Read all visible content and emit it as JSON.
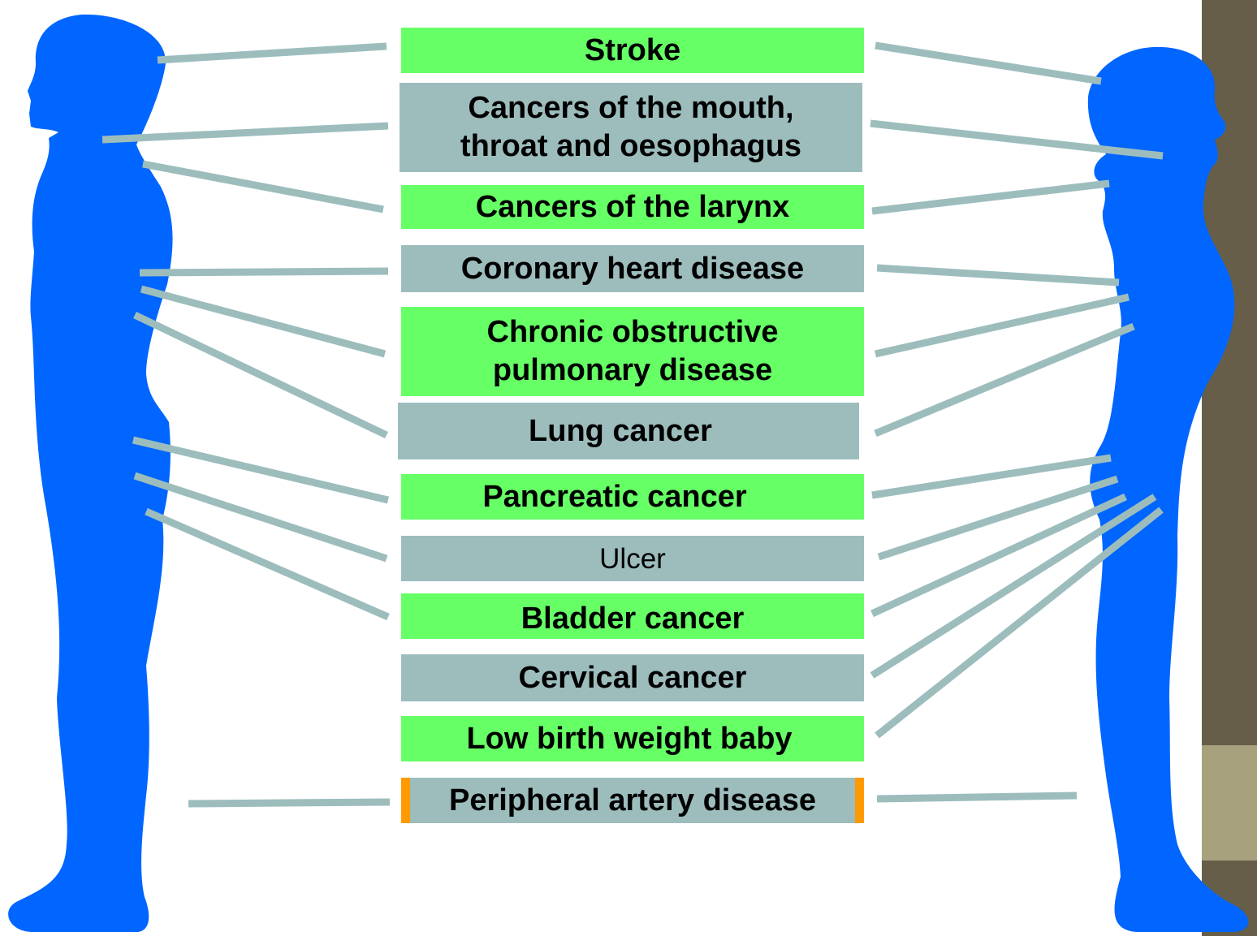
{
  "labels": [
    {
      "id": "stroke",
      "text": "Stroke",
      "color": "#66ff66"
    },
    {
      "id": "mouth",
      "text": "Cancers of the mouth, throat and oesophagus",
      "color": "#9dbdbd"
    },
    {
      "id": "larynx",
      "text": "Cancers of the larynx",
      "color": "#66ff66"
    },
    {
      "id": "coronary",
      "text": "Coronary heart disease",
      "color": "#9dbdbd"
    },
    {
      "id": "copd",
      "text": "Chronic obstructive pulmonary disease",
      "color": "#66ff66"
    },
    {
      "id": "lung",
      "text": "Lung cancer",
      "color": "#9dbdbd"
    },
    {
      "id": "pancreatic",
      "text": "Pancreatic cancer",
      "color": "#66ff66"
    },
    {
      "id": "ulcer",
      "text": "Ulcer",
      "color": "#9dbdbd"
    },
    {
      "id": "bladder",
      "text": "Bladder cancer",
      "color": "#66ff66"
    },
    {
      "id": "cervical",
      "text": "Cervical cancer",
      "color": "#9dbdbd"
    },
    {
      "id": "lbw",
      "text": "Low birth weight baby",
      "color": "#66ff66"
    },
    {
      "id": "pad",
      "text": "Peripheral artery disease",
      "color": "#9dbdbd"
    }
  ],
  "colors": {
    "silhouette": "#0066ff",
    "connector": "#9dbdbd",
    "green_box": "#66ff66",
    "grey_box": "#9dbdbd",
    "accent_edge": "#ff9900",
    "band_dark": "#675e4a",
    "band_light": "#a7a27d"
  },
  "figures": [
    "male-silhouette",
    "female-silhouette"
  ]
}
